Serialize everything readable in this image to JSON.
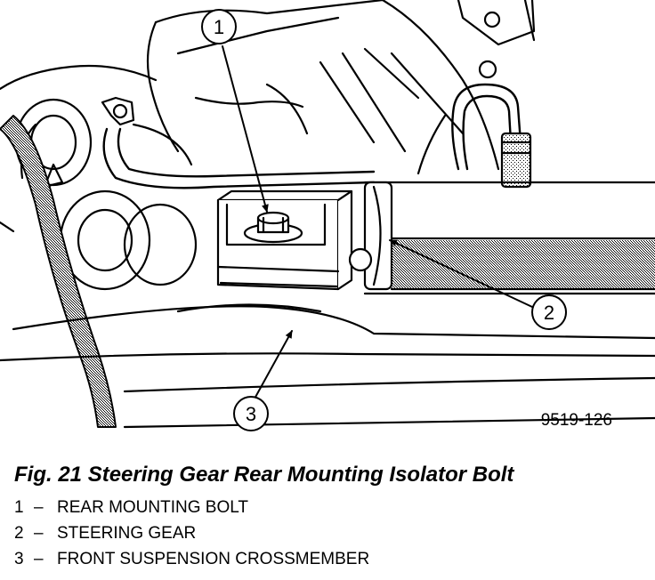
{
  "figure": {
    "id": "9519-126",
    "title": "Fig. 21 Steering Gear Rear Mounting Isolator Bolt"
  },
  "callouts": [
    {
      "num": "1",
      "label": "REAR MOUNTING BOLT"
    },
    {
      "num": "2",
      "label": "STEERING GEAR"
    },
    {
      "num": "3",
      "label": "FRONT SUSPENSION CROSSMEMBER"
    }
  ],
  "legend_separator": "–",
  "colors": {
    "line": "#000000",
    "background": "#ffffff",
    "shading": "#9a9a9a"
  }
}
